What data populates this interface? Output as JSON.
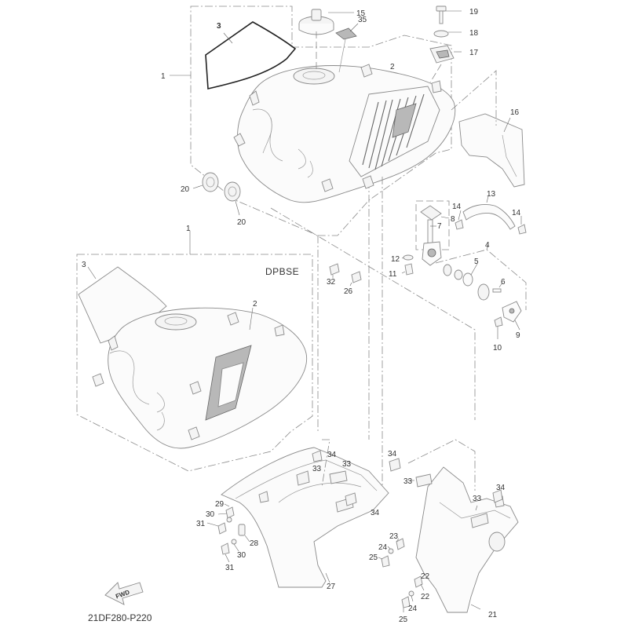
{
  "diagram": {
    "variant_label": "DPBSE",
    "drawing_code": "21DF280-P220",
    "fwd_label": "FWD",
    "callouts": {
      "c1_top": "1",
      "c1_mid": "1",
      "c2_top": "2",
      "c2_mid": "2",
      "c3_top": "3",
      "c3_mid": "3",
      "c4": "4",
      "c5": "5",
      "c6": "6",
      "c7": "7",
      "c8": "8",
      "c9": "9",
      "c10": "10",
      "c11": "11",
      "c12": "12",
      "c13": "13",
      "c14a": "14",
      "c14b": "14",
      "c15": "15",
      "c16": "16",
      "c17": "17",
      "c18": "18",
      "c19": "19",
      "c20a": "20",
      "c20b": "20",
      "c21": "21",
      "c22a": "22",
      "c22b": "22",
      "c23": "23",
      "c24a": "24",
      "c24b": "24",
      "c25a": "25",
      "c25b": "25",
      "c26": "26",
      "c27": "27",
      "c28": "28",
      "c29": "29",
      "c30a": "30",
      "c30b": "30",
      "c31a": "31",
      "c31b": "31",
      "c32": "32",
      "c33a": "33",
      "c33b": "33",
      "c33c": "33",
      "c33d": "33",
      "c34a": "34",
      "c34b": "34",
      "c34c": "34",
      "c34d": "34",
      "c35": "35"
    }
  }
}
